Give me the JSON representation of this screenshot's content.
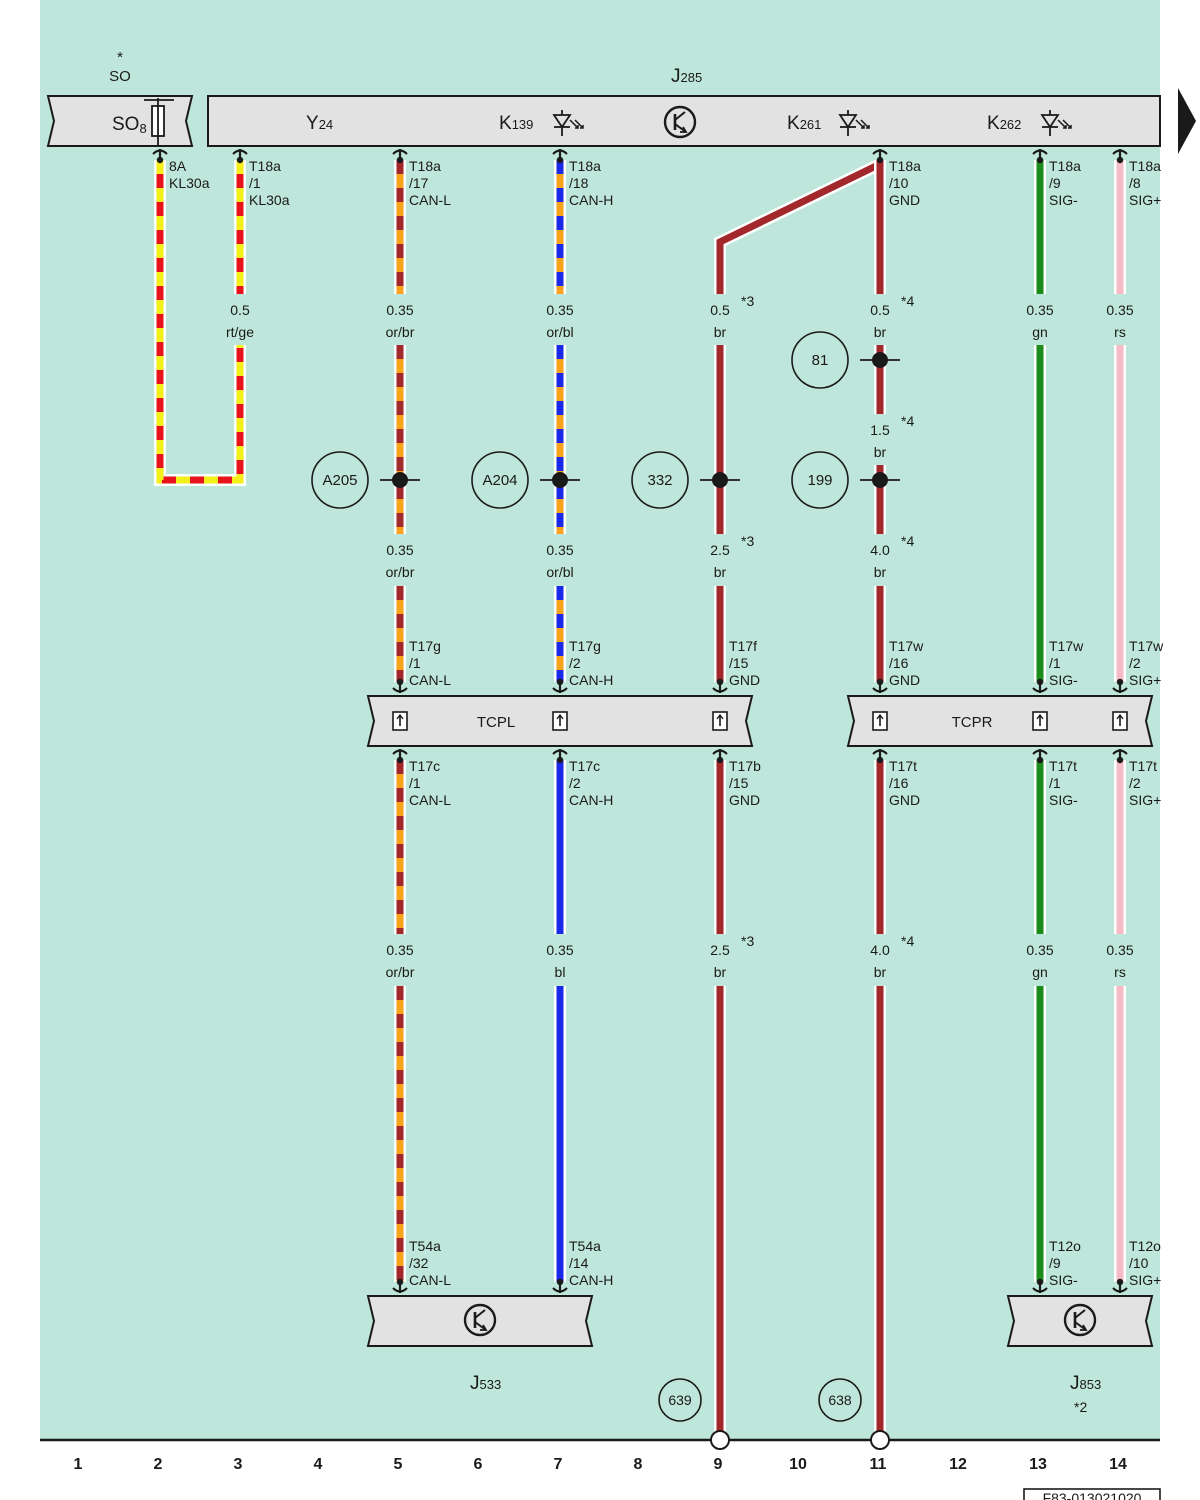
{
  "colors": {
    "background": "#bfe6da",
    "component_fill": "#e2e2e2",
    "rt": "#e8141c",
    "ge": "#f3ef1a",
    "or": "#f7a31c",
    "br": "#a3282c",
    "bl": "#1a2ae8",
    "gn": "#1c8c1c",
    "rs": "#f5bcc6"
  },
  "header": {
    "so_star": "*",
    "so_label": "SO",
    "j285_main": "J",
    "j285_sub": "285"
  },
  "components": {
    "so8_main": "SO",
    "so8_sub": "8",
    "y24_main": "Y",
    "y24_sub": "24",
    "k139_main": "K",
    "k139_sub": "139",
    "k261_main": "K",
    "k261_sub": "261",
    "k262_main": "K",
    "k262_sub": "262",
    "tcpl": "TCPL",
    "tcpr": "TCPR",
    "j533_main": "J",
    "j533_sub": "533",
    "j853_main": "J",
    "j853_sub": "853",
    "j853_note": "*2"
  },
  "pins": {
    "so8_a": "8A",
    "so8_b": "KL30a",
    "c3_a": "T18a",
    "c3_b": "/1",
    "c3_c": "KL30a",
    "c5_a": "T18a",
    "c5_b": "/17",
    "c5_c": "CAN-L",
    "c7_a": "T18a",
    "c7_b": "/18",
    "c7_c": "CAN-H",
    "c11_a": "T18a",
    "c11_b": "/10",
    "c11_c": "GND",
    "c13_a": "T18a",
    "c13_b": "/9",
    "c13_c": "SIG-",
    "c14_a": "T18a",
    "c14_b": "/8",
    "c14_c": "SIG+",
    "tl5_a": "T17g",
    "tl5_b": "/1",
    "tl5_c": "CAN-L",
    "tl7_a": "T17g",
    "tl7_b": "/2",
    "tl7_c": "CAN-H",
    "tl9_a": "T17f",
    "tl9_b": "/15",
    "tl9_c": "GND",
    "tr11_a": "T17w",
    "tr11_b": "/16",
    "tr11_c": "GND",
    "tr13_a": "T17w",
    "tr13_b": "/1",
    "tr13_c": "SIG-",
    "tr14_a": "T17w",
    "tr14_b": "/2",
    "tr14_c": "SIG+",
    "bl5_a": "T17c",
    "bl5_b": "/1",
    "bl5_c": "CAN-L",
    "bl7_a": "T17c",
    "bl7_b": "/2",
    "bl7_c": "CAN-H",
    "bl9_a": "T17b",
    "bl9_b": "/15",
    "bl9_c": "GND",
    "br11_a": "T17t",
    "br11_b": "/16",
    "br11_c": "GND",
    "br13_a": "T17t",
    "br13_b": "/1",
    "br13_c": "SIG-",
    "br14_a": "T17t",
    "br14_b": "/2",
    "br14_c": "SIG+",
    "j533_5a": "T54a",
    "j533_5b": "/32",
    "j533_5c": "CAN-L",
    "j533_7a": "T54a",
    "j533_7b": "/14",
    "j533_7c": "CAN-H",
    "j853_13a": "T12o",
    "j853_13b": "/9",
    "j853_13c": "SIG-",
    "j853_14a": "T12o",
    "j853_14b": "/10",
    "j853_14c": "SIG+"
  },
  "wires": {
    "w3_size": "0.5",
    "w3_color": "rt/ge",
    "w5a_size": "0.35",
    "w5a_color": "or/br",
    "w7a_size": "0.35",
    "w7a_color": "or/bl",
    "w9a_size": "0.5",
    "w9a_color": "br",
    "w9a_note": "*3",
    "w11a_size": "0.5",
    "w11a_color": "br",
    "w11a_note": "*4",
    "w13a_size": "0.35",
    "w13a_color": "gn",
    "w14a_size": "0.35",
    "w14a_color": "rs",
    "w11b_size": "1.5",
    "w11b_color": "br",
    "w11b_note": "*4",
    "w5b_size": "0.35",
    "w5b_color": "or/br",
    "w7b_size": "0.35",
    "w7b_color": "or/bl",
    "w9b_size": "2.5",
    "w9b_color": "br",
    "w9b_note": "*3",
    "w11c_size": "4.0",
    "w11c_color": "br",
    "w11c_note": "*4",
    "w5c_size": "0.35",
    "w5c_color": "or/br",
    "w7c_size": "0.35",
    "w7c_color": "bl",
    "w9c_size": "2.5",
    "w9c_color": "br",
    "w9c_note": "*3",
    "w11d_size": "4.0",
    "w11d_color": "br",
    "w11d_note": "*4",
    "w13c_size": "0.35",
    "w13c_color": "gn",
    "w14c_size": "0.35",
    "w14c_color": "rs"
  },
  "splices": {
    "s81": "81",
    "a205": "A205",
    "a204": "A204",
    "s332": "332",
    "s199": "199"
  },
  "grounds": {
    "g639": "639",
    "g638": "638"
  },
  "grid_numbers": [
    "1",
    "2",
    "3",
    "4",
    "5",
    "6",
    "7",
    "8",
    "9",
    "10",
    "11",
    "12",
    "13",
    "14"
  ],
  "diagram_code": "F83-013021020"
}
